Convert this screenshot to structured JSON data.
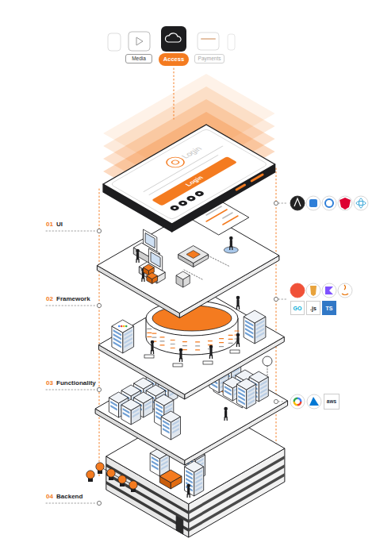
{
  "diagram": {
    "nodes": [
      {
        "text": [
          "Media"
        ]
      },
      {
        "text": [
          "Access"
        ]
      },
      {
        "text": [
          "Payments"
        ]
      },
      {
        "text": [
          "Login"
        ]
      },
      {
        "text": [
          "GO"
        ]
      },
      {
        "text": [
          ".js"
        ]
      },
      {
        "text": [
          "TS"
        ]
      },
      {
        "text": [
          "aws"
        ]
      }
    ],
    "labels": [
      "Login",
      "01",
      "UI",
      "02",
      "Framework",
      "03",
      "Functionality",
      "04",
      "Backend"
    ]
  }
}
